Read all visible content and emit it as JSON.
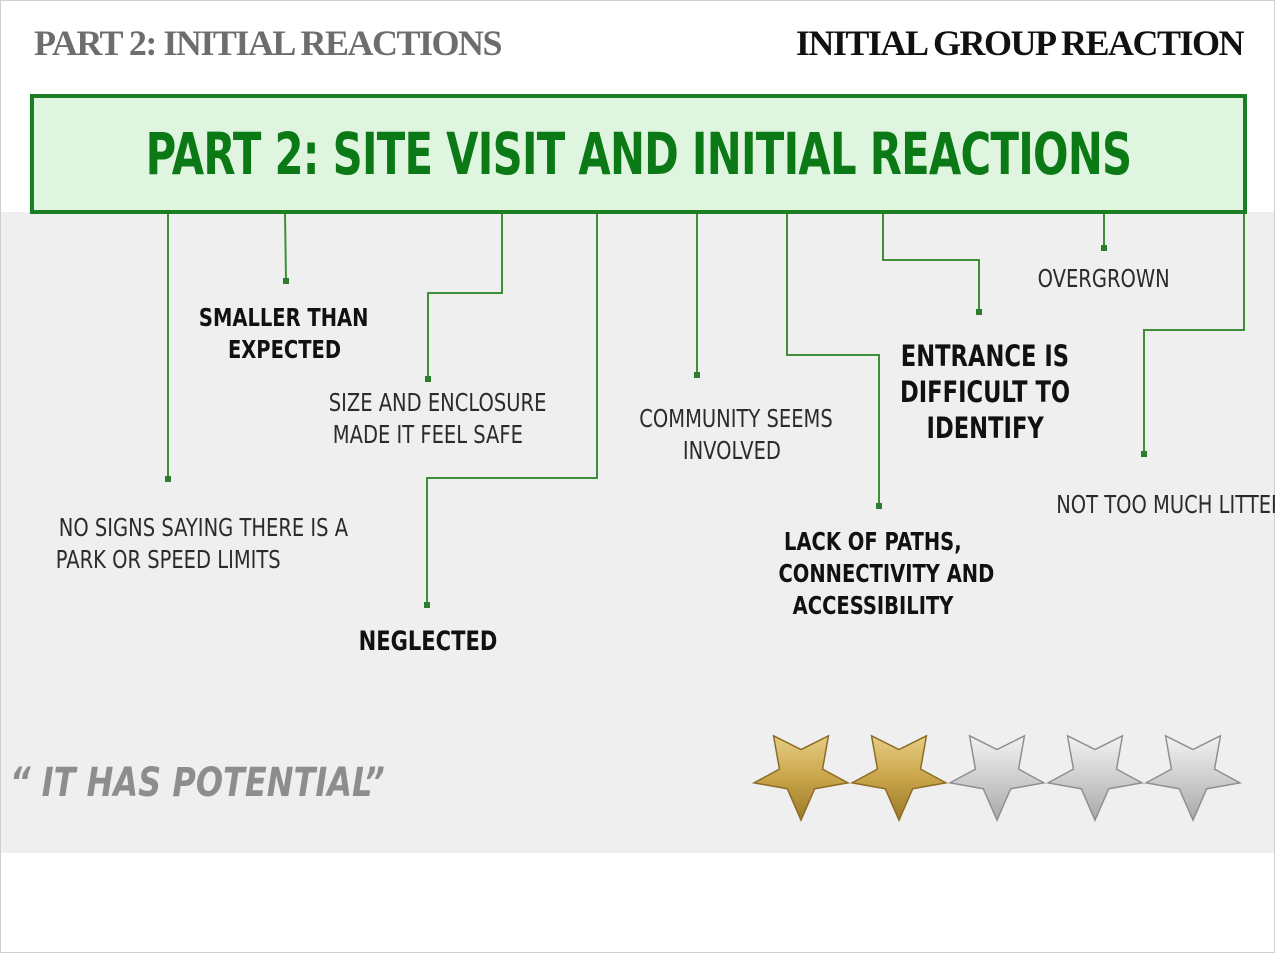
{
  "header": {
    "left_title": "PART 2: INITIAL REACTIONS",
    "right_title": "INITIAL GROUP REACTION"
  },
  "banner": {
    "title": "PART 2: SITE VISIT AND INITIAL REACTIONS"
  },
  "reactions": {
    "no_signs": [
      "NO SIGNS SAYING THERE IS A",
      "PARK OR SPEED LIMITS"
    ],
    "smaller": [
      "SMALLER THAN",
      "EXPECTED"
    ],
    "size_enclosure": [
      "SIZE AND ENCLOSURE",
      "MADE IT FEEL SAFE"
    ],
    "neglected": [
      "NEGLECTED"
    ],
    "community": [
      "COMMUNITY SEEMS",
      "INVOLVED"
    ],
    "lack_paths": [
      "LACK OF PATHS,",
      "CONNECTIVITY AND",
      "ACCESSIBILITY"
    ],
    "entrance": [
      "ENTRANCE IS",
      "DIFFICULT TO",
      "IDENTIFY"
    ],
    "overgrown": [
      "OVERGROWN"
    ],
    "litter": [
      "NOT TOO MUCH LITTER"
    ]
  },
  "quote": "“ IT HAS POTENTIAL”",
  "rating": {
    "value": 2,
    "max": 5,
    "filled_color": "#c9a54a",
    "empty_color": "#cfcfcf",
    "line_color": "#3f8f3a"
  }
}
